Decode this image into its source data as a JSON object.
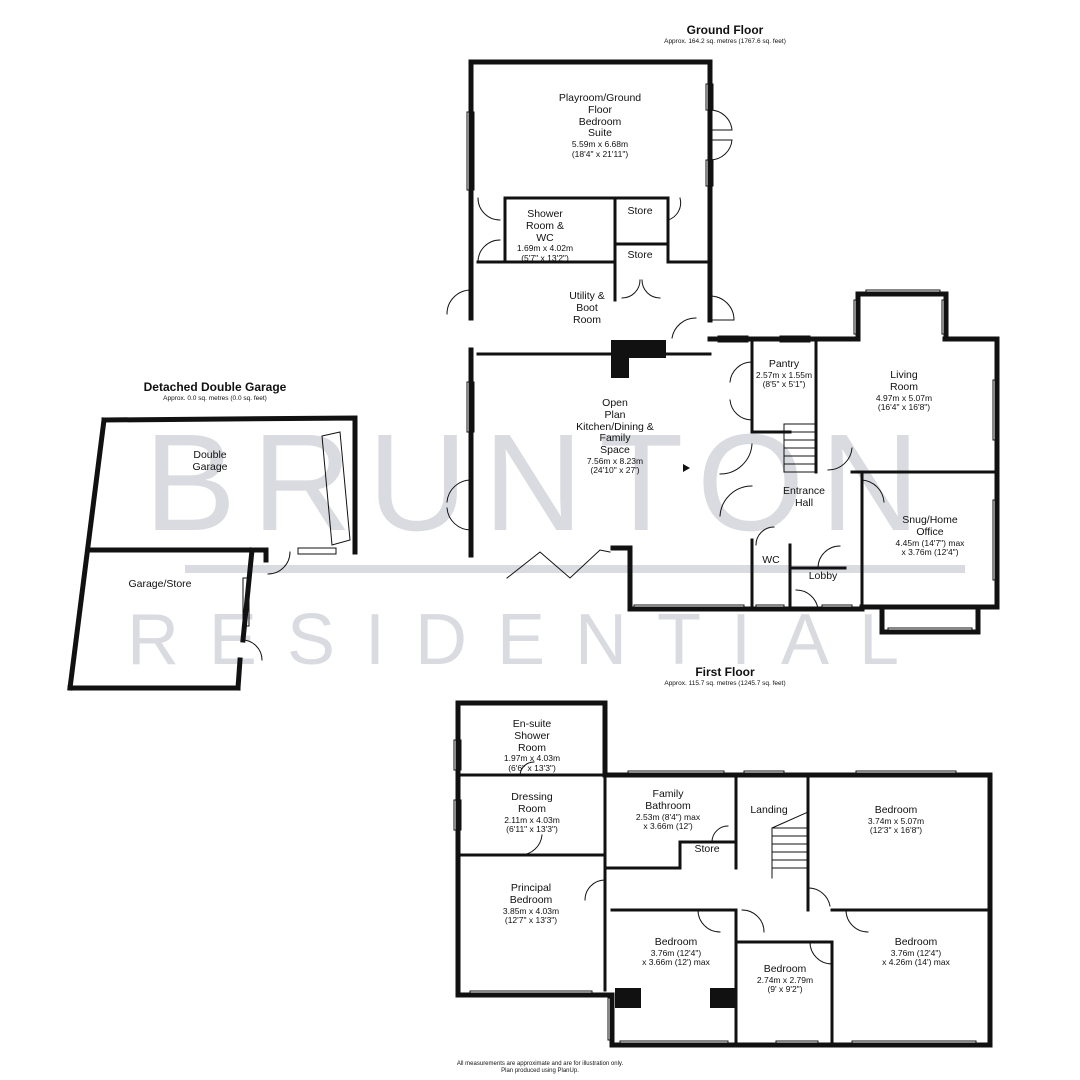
{
  "floors": {
    "ground": {
      "title": "Ground Floor",
      "area": "Approx. 164.2 sq. metres (1767.6 sq. feet)"
    },
    "garage": {
      "title": "Detached Double Garage",
      "area": "Approx. 0.0 sq. metres (0.0 sq. feet)"
    },
    "first": {
      "title": "First Floor",
      "area": "Approx. 115.7 sq. metres (1245.7 sq. feet)"
    }
  },
  "rooms": {
    "playroom": {
      "name": [
        "Playroom/Ground",
        "Floor",
        "Bedroom",
        "Suite"
      ],
      "dims": [
        "5.59m x 6.68m",
        "(18'4\" x 21'11\")"
      ]
    },
    "shower_wc": {
      "name": [
        "Shower",
        "Room &",
        "WC"
      ],
      "dims": [
        "1.69m x 4.02m",
        "(5'7\" x 13'2\")"
      ]
    },
    "store_upper": {
      "name": [
        "Store"
      ]
    },
    "store_lower": {
      "name": [
        "Store"
      ]
    },
    "utility": {
      "name": [
        "Utility &",
        "Boot",
        "Room"
      ]
    },
    "pantry": {
      "name": [
        "Pantry"
      ],
      "dims": [
        "2.57m x 1.55m",
        "(8'5\" x 5'1\")"
      ]
    },
    "living": {
      "name": [
        "Living",
        "Room"
      ],
      "dims": [
        "4.97m x 5.07m",
        "(16'4\" x 16'8\")"
      ]
    },
    "kitchen": {
      "name": [
        "Open",
        "Plan",
        "Kitchen/Dining &",
        "Family",
        "Space"
      ],
      "dims": [
        "7.56m x 8.23m",
        "(24'10\" x 27')"
      ]
    },
    "entrance": {
      "name": [
        "Entrance",
        "Hall"
      ]
    },
    "snug": {
      "name": [
        "Snug/Home",
        "Office"
      ],
      "dims": [
        "4.45m (14'7\") max",
        "x 3.76m (12'4\")"
      ]
    },
    "wc": {
      "name": [
        "WC"
      ]
    },
    "lobby": {
      "name": [
        "Lobby"
      ]
    },
    "double_garage": {
      "name": [
        "Double",
        "Garage"
      ]
    },
    "garage_store": {
      "name": [
        "Garage/Store"
      ]
    },
    "ensuite": {
      "name": [
        "En-suite",
        "Shower",
        "Room"
      ],
      "dims": [
        "1.97m x 4.03m",
        "(6'6\" x 13'3\")"
      ]
    },
    "dressing": {
      "name": [
        "Dressing",
        "Room"
      ],
      "dims": [
        "2.11m x 4.03m",
        "(6'11\" x 13'3\")"
      ]
    },
    "bathroom": {
      "name": [
        "Family",
        "Bathroom"
      ],
      "dims": [
        "2.53m (8'4\") max",
        "x 3.66m (12')"
      ]
    },
    "store_first": {
      "name": [
        "Store"
      ]
    },
    "landing": {
      "name": [
        "Landing"
      ]
    },
    "bedroom_ne": {
      "name": [
        "Bedroom"
      ],
      "dims": [
        "3.74m x 5.07m",
        "(12'3\" x 16'8\")"
      ]
    },
    "principal": {
      "name": [
        "Principal",
        "Bedroom"
      ],
      "dims": [
        "3.85m x 4.03m",
        "(12'7\" x 13'3\")"
      ]
    },
    "bedroom_mid": {
      "name": [
        "Bedroom"
      ],
      "dims": [
        "3.76m (12'4\")",
        "x 3.66m (12') max"
      ]
    },
    "bedroom_small": {
      "name": [
        "Bedroom"
      ],
      "dims": [
        "2.74m x 2.79m",
        "(9' x 9'2\")"
      ]
    },
    "bedroom_se": {
      "name": [
        "Bedroom"
      ],
      "dims": [
        "3.76m (12'4\")",
        "x 4.26m (14') max"
      ]
    }
  },
  "watermark": {
    "line1": "BRUNTON",
    "line2": "RESIDENTIAL"
  },
  "footnote": [
    "All measurements are approximate and are for illustration only.",
    "Plan produced using PlanUp."
  ]
}
